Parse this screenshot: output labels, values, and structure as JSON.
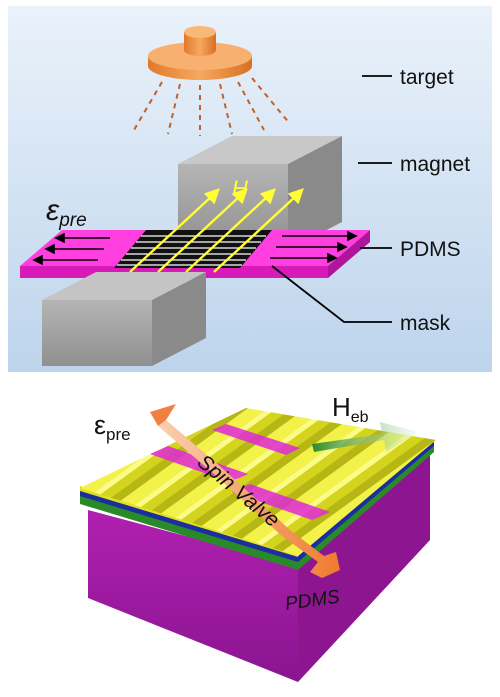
{
  "top_panel": {
    "labels": {
      "target": "target",
      "magnet": "magnet",
      "pdms": "PDMS",
      "mask": "mask",
      "field": "H",
      "strain_symbol": "ε",
      "strain_subscript": "pre"
    }
  },
  "bottom_panel": {
    "labels": {
      "strain_symbol": "ε",
      "strain_subscript": "pre",
      "heb_symbol": "H",
      "heb_subscript": "eb",
      "spin_valve": "Spin Valve",
      "pdms": "PDMS"
    }
  },
  "colors": {
    "top_background": "#cfe0f2",
    "target": "#f39a4c",
    "magnet": "#a9a9a9",
    "pdms_strip": "#ff33dd",
    "field_arrows": "#ffff33",
    "substrate": "#a31aa8",
    "film_yellow": "#e8e82a",
    "strain_arrow": "#f08040",
    "heb_arrow": "#3a9a3a"
  }
}
